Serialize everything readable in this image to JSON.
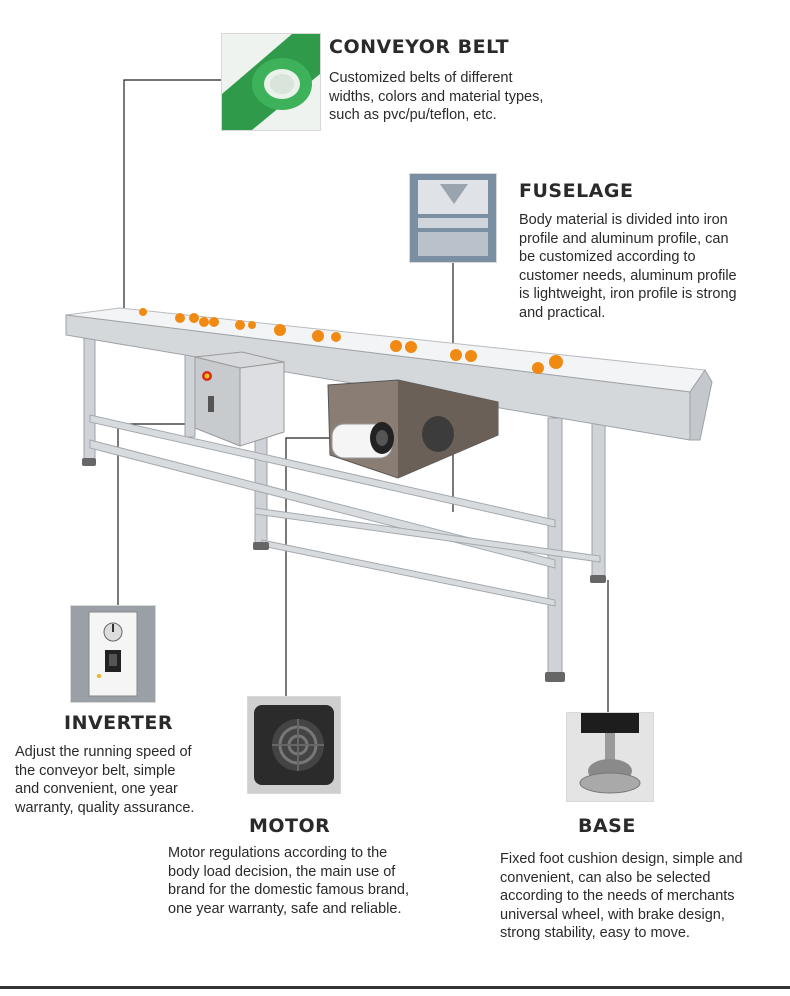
{
  "features": {
    "conveyor_belt": {
      "title": "CONVEYOR BELT",
      "lines": [
        "Customized belts of different",
        "widths, colors and material types,",
        "such as pvc/pu/teflon, etc."
      ]
    },
    "fuselage": {
      "title": "FUSELAGE",
      "lines": [
        "Body material is divided into iron",
        "profile and aluminum profile, can",
        "be customized according to",
        "customer needs, aluminum profile",
        "is lightweight, iron profile is strong",
        "and practical."
      ]
    },
    "inverter": {
      "title": "INVERTER",
      "lines": [
        "Adjust the running speed of",
        "the conveyor belt, simple",
        "and convenient, one year",
        "warranty, quality assurance."
      ]
    },
    "motor": {
      "title": "MOTOR",
      "lines": [
        "Motor regulations according to the",
        "body load decision, the main use of",
        "brand for the domestic famous brand,",
        "one year warranty, safe and reliable."
      ]
    },
    "base": {
      "title": "BASE",
      "lines": [
        "Fixed foot cushion design, simple and",
        "convenient, can also be selected",
        "according to the needs of merchants",
        "universal wheel, with brake design,",
        "strong stability, easy to move."
      ]
    }
  },
  "colors": {
    "belt_green": "#2f9a4a",
    "frame_gray": "#c9ccd0",
    "orange": "#f08a12",
    "text": "#2a2a2a"
  }
}
